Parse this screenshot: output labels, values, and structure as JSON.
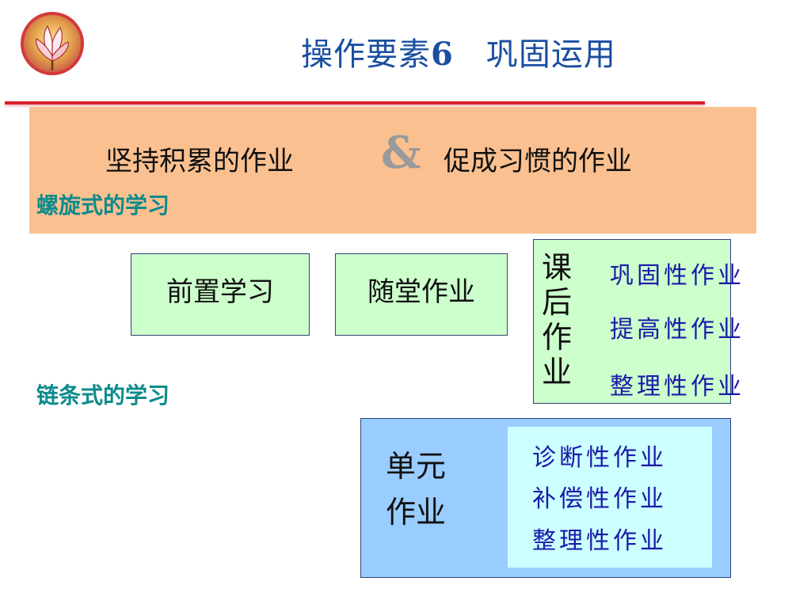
{
  "header": {
    "title_prefix": "操作要素",
    "title_number": "6",
    "title_suffix": "巩固运用"
  },
  "banner": {
    "left_text": "坚持积累的作业",
    "ampersand": "&",
    "right_text": "促成习惯的作业"
  },
  "labels": {
    "spiral": "螺旋式的学习",
    "chain": "链条式的学习"
  },
  "boxes": {
    "pre_study": "前置学习",
    "in_class": "随堂作业"
  },
  "after_class": {
    "label": "课后作业",
    "items": [
      "巩固性作业",
      "提高性作业",
      "整理性作业"
    ]
  },
  "unit": {
    "label": "单元作业",
    "items": [
      "诊断性作业",
      "补偿性作业",
      "整理性作业"
    ]
  },
  "colors": {
    "title": "#1a4fa0",
    "rule": "#d81f2a",
    "banner": "#fac090",
    "green_box": "#ccffcc",
    "unit_box": "#99ccff",
    "unit_inner": "#ccffff",
    "teal_label": "#0d8b8b",
    "blue_text": "#1a1aa8"
  }
}
